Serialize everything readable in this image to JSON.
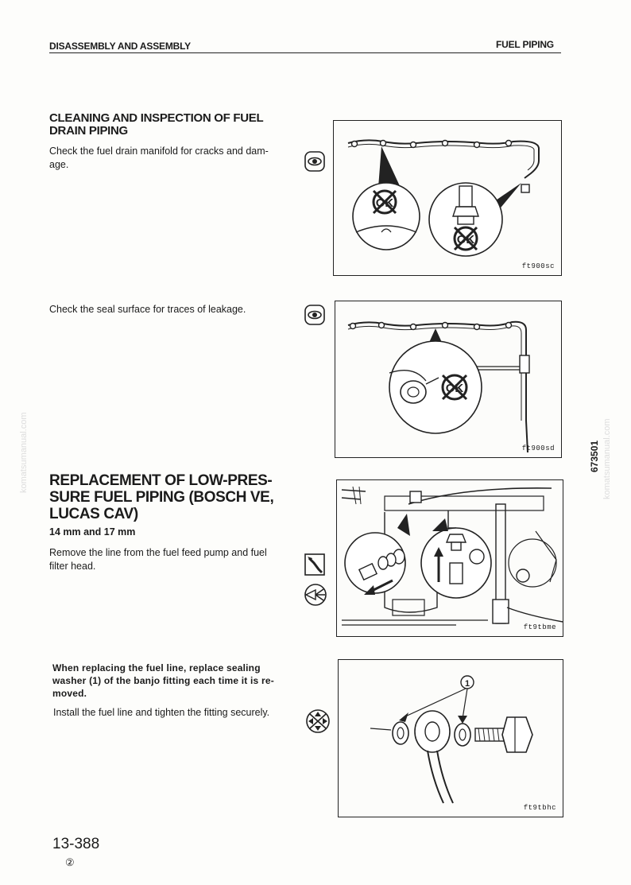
{
  "header": {
    "left": "DISASSEMBLY AND ASSEMBLY",
    "right": "FUEL PIPING"
  },
  "section1": {
    "title_line1": "CLEANING AND INSPECTION OF FUEL",
    "title_line2": "DRAIN PIPING",
    "text_line1": "Check the fuel drain manifold for cracks and dam-",
    "text_line2": "age.",
    "figure_code": "ft900sc"
  },
  "section2": {
    "text": "Check the seal surface for traces of leakage.",
    "figure_code": "ft900sd"
  },
  "section3": {
    "title_line1": "REPLACEMENT OF LOW-PRES-",
    "title_line2": "SURE FUEL PIPING (BOSCH VE,",
    "title_line3": "LUCAS CAV)",
    "sizes": "14 mm and 17 mm",
    "text_line1": "Remove the line from the fuel feed pump and fuel",
    "text_line2": "filter head.",
    "figure_code": "ft9tbme"
  },
  "section4": {
    "note_line1": "When replacing the fuel line, replace sealing",
    "note_line2": "washer (1) of the banjo fitting each time it is re-",
    "note_line3": "moved.",
    "text": "Install the fuel line and tighten the fitting securely.",
    "callout": "1",
    "figure_code": "ft9tbhc"
  },
  "side": {
    "watermark": "komatsumanual.com",
    "doc_number": "673501"
  },
  "footer": {
    "page_number": "13-388",
    "revision": "②"
  },
  "icons": {
    "inspect": "eye-icon",
    "wrench": "wrench-icon",
    "remove": "remove-icon",
    "install": "install-icon"
  }
}
